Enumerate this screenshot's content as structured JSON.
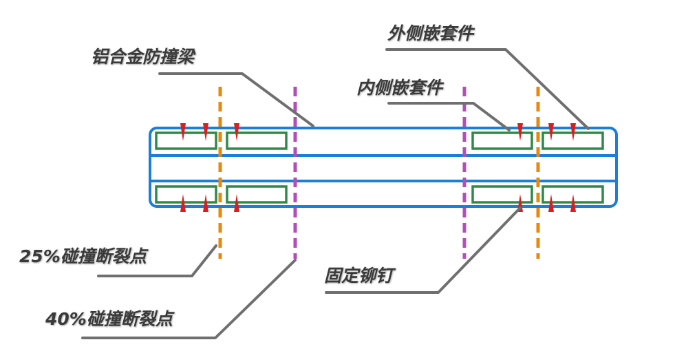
{
  "labels": {
    "beam": "铝合金防撞梁",
    "outer_insert": "外侧嵌套件",
    "inner_insert": "内侧嵌套件",
    "break_25": "25%碰撞断裂点",
    "break_40": "40%碰撞断裂点",
    "rivet": "固定铆钉"
  },
  "colors": {
    "beam_outline": "#1b7fd6",
    "insert_outline": "#2f8a4a",
    "break_25_line": "#e8890e",
    "break_40_line": "#b04fb6",
    "rivet_marker": "#d81f1f",
    "leader_line": "#6f6f6f",
    "label_text": "#3a3a3a"
  }
}
